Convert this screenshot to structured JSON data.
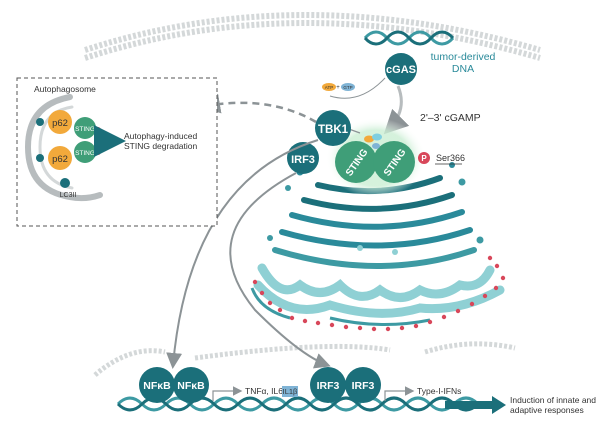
{
  "colors": {
    "teal_dark": "#1b6f7a",
    "teal_mid": "#3d9aa3",
    "teal_light": "#8fd0d4",
    "green": "#3f9e78",
    "green_light": "#7fcfa8",
    "glow": "#c9ecd4",
    "grey": "#b7bcbe",
    "grey_dark": "#8c9396",
    "red": "#d8475a",
    "orange": "#f2a93b",
    "blue_atp": "#7fb3d5",
    "text_teal": "#2a8a9a",
    "text_dark": "#333333"
  },
  "dna": {
    "label_line1": "tumor-derived",
    "label_line2": "DNA"
  },
  "cgas": {
    "label": "cGAS"
  },
  "atp_gtp": {
    "atp": "ATP",
    "plus": "+",
    "gtp": "GTP"
  },
  "cgamp": {
    "label": "2'–3' cGAMP"
  },
  "sting": {
    "left": "STING",
    "right": "STING"
  },
  "phospho": {
    "symbol": "P",
    "site": "Ser366"
  },
  "tbk1": {
    "label": "TBK1"
  },
  "irf3_mid": {
    "label": "IRF3"
  },
  "autophagosome": {
    "title": "Autophagosome",
    "p62": "p62",
    "sting": "STING",
    "lc3": "LC3II",
    "degradation_line1": "Autophagy-induced",
    "degradation_line2": "STING degradation"
  },
  "nucleus": {
    "nfkb_left": "NFκB",
    "nfkb_right": "NFκB",
    "nfkb_targets": "TNFα, IL6,",
    "il1b": "IL1β",
    "irf3_left": "IRF3",
    "irf3_right": "IRF3",
    "irf3_targets": "Type-I-IFNs"
  },
  "outcome": {
    "line1": "Induction of innate and",
    "line2": "adaptive responses"
  }
}
